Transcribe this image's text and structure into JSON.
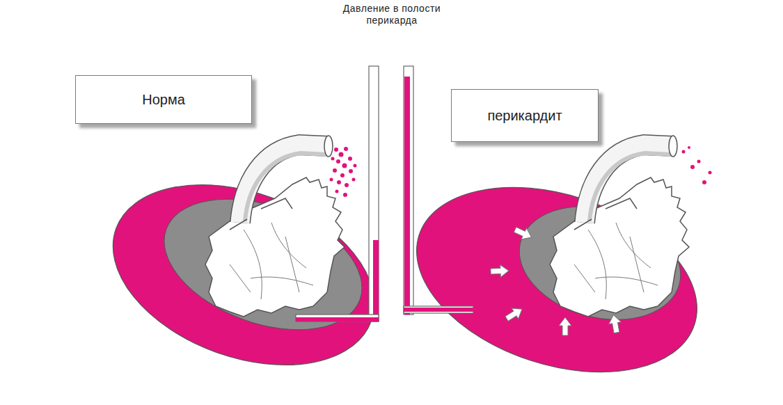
{
  "diagram": {
    "nodes": [
      {
        "text": [
          "Норма"
        ]
      },
      {
        "text": [
          "перикардит"
        ]
      }
    ],
    "labels": [
      "Давление в полости перикарда"
    ]
  }
}
